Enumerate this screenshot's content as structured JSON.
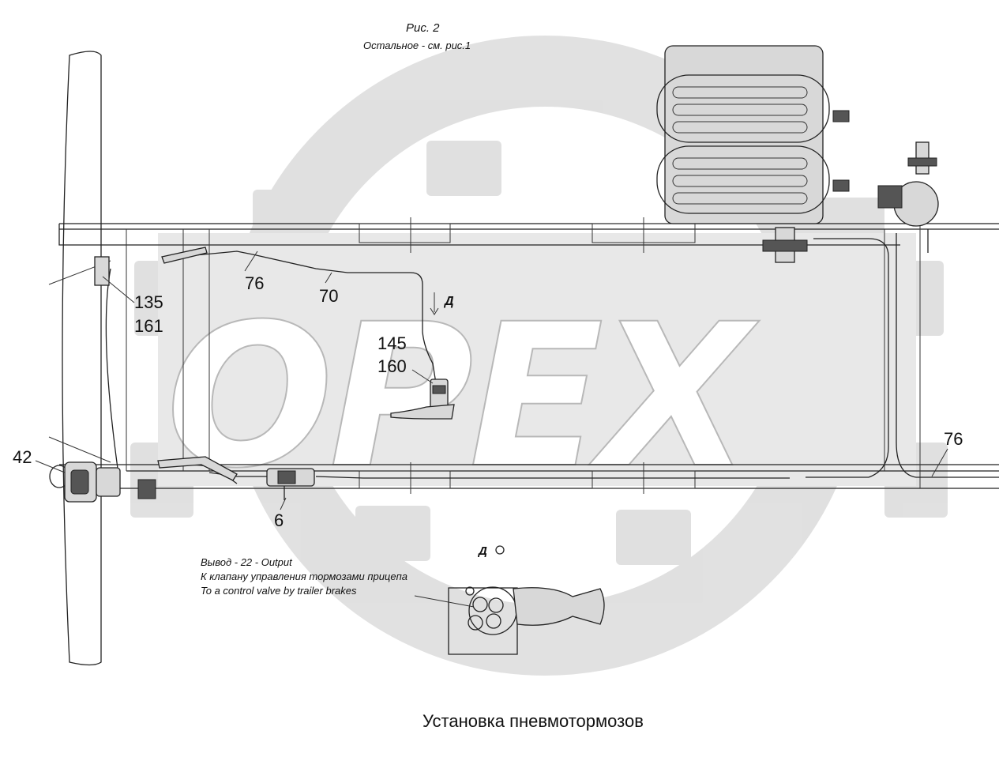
{
  "header": {
    "figure": "Рис. 2",
    "note": "Остальное - см. рис.1"
  },
  "watermark": {
    "text": "OPEX",
    "color": "#c8c8c8"
  },
  "callouts": {
    "c135": "135",
    "c161": "161",
    "c76a": "76",
    "c70": "70",
    "view_d": "Д",
    "c145": "145",
    "c160": "160",
    "c42": "42",
    "c6": "6",
    "c76b": "76"
  },
  "detail": {
    "view": "Д",
    "output_line": "Вывод - 22 - Output",
    "ru_line": "К клапану управления тормозами прицепа",
    "en_line": "To a control valve by trailer brakes"
  },
  "caption": "Установка пневмотормозов",
  "colors": {
    "line": "#222222",
    "part_fill": "#d8d8d8",
    "background": "#ffffff"
  }
}
